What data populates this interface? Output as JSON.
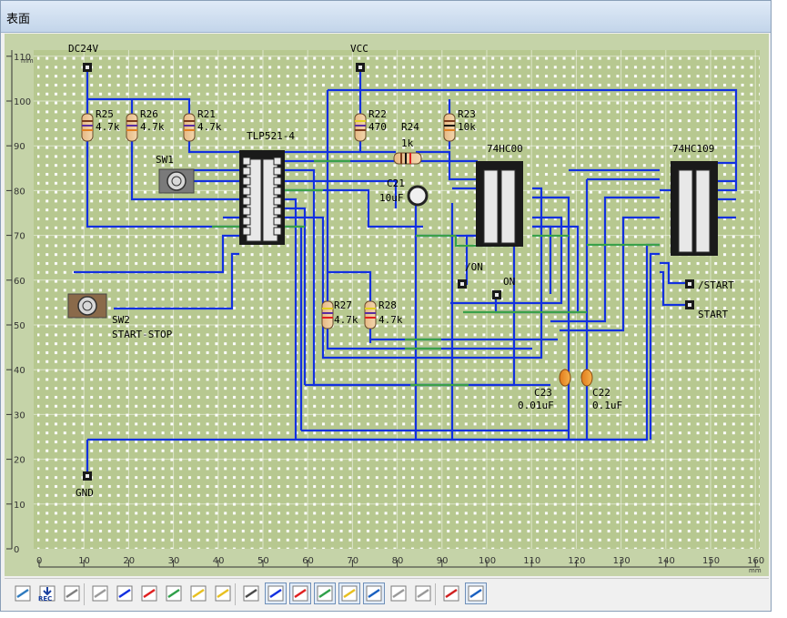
{
  "window": {
    "title": "表面"
  },
  "board": {
    "x_axis": {
      "unit": "mm",
      "ticks": [
        "0",
        "10",
        "20",
        "30",
        "40",
        "50",
        "60",
        "70",
        "80",
        "90",
        "100",
        "110",
        "120",
        "130",
        "140",
        "150",
        "160"
      ]
    },
    "y_axis": {
      "unit": "mm",
      "ticks": [
        "110",
        "100",
        "90",
        "80",
        "70",
        "60",
        "50",
        "40",
        "30",
        "20",
        "10",
        "0"
      ]
    },
    "labels": {
      "dc24v": "DC24V",
      "vcc": "VCC",
      "gnd": "GND",
      "r25": "R25",
      "r25v": "4.7k",
      "r26": "R26",
      "r26v": "4.7k",
      "r21": "R21",
      "r21v": "4.7k",
      "r22": "R22",
      "r22v": "470",
      "r24": "R24",
      "r24v": "1k",
      "r23": "R23",
      "r23v": "10k",
      "r27": "R27",
      "r27v": "4.7k",
      "r28": "R28",
      "r28v": "4.7k",
      "sw1": "SW1",
      "sw2": "SW2",
      "sw2_desc": "START-STOP",
      "tlp": "TLP521-4",
      "hc00": "74HC00",
      "hc109": "74HC109",
      "c21": "C21",
      "c21v": "10uF",
      "c23": "C23",
      "c23v": "0.01uF",
      "c22": "C22",
      "c22v": "0.1uF",
      "on_n": "/ON",
      "on": "ON",
      "start_n": "/START",
      "start": "START"
    }
  },
  "toolbar": {
    "rec_label": "REC",
    "buttons": [
      {
        "name": "layers-icon",
        "active": false
      },
      {
        "name": "record-icon",
        "active": false
      },
      {
        "name": "stop-icon",
        "active": false
      },
      {
        "name": "select-icon",
        "active": false
      },
      {
        "name": "wire-blue-icon",
        "active": false
      },
      {
        "name": "wire-red-icon",
        "active": false
      },
      {
        "name": "wire-green-icon",
        "active": false
      },
      {
        "name": "wire-yellow-icon",
        "active": false
      },
      {
        "name": "wire-yellow2-icon",
        "active": false
      },
      {
        "name": "mirror-icon",
        "active": false
      },
      {
        "name": "view-blue-icon",
        "active": true
      },
      {
        "name": "view-red-icon",
        "active": true
      },
      {
        "name": "view-green-icon",
        "active": true
      },
      {
        "name": "view-yellow-icon",
        "active": true
      },
      {
        "name": "view-label-icon",
        "active": true
      },
      {
        "name": "grid-off-icon",
        "active": false
      },
      {
        "name": "dim-icon",
        "active": false
      },
      {
        "name": "pen-icon",
        "active": false
      },
      {
        "name": "monitor-icon",
        "active": true
      }
    ]
  }
}
